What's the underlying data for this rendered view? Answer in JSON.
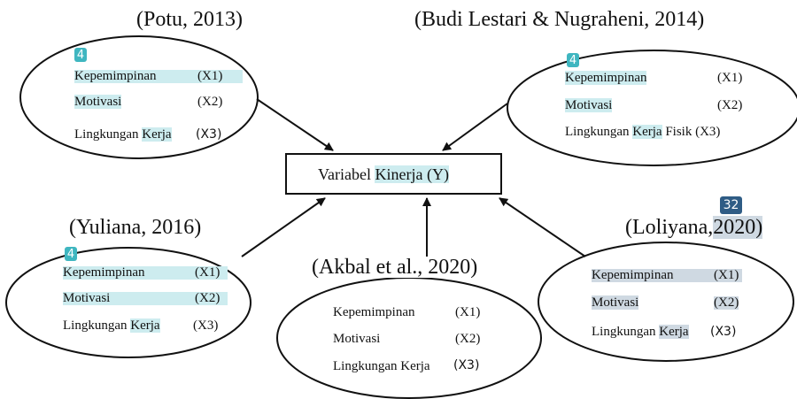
{
  "center": {
    "prefix": "Variabel ",
    "highlight": "Kinerja",
    "suffix": " (Y)"
  },
  "studies": {
    "potu": {
      "citation": "(Potu, 2013)",
      "badge": "4",
      "items": [
        {
          "label": "Kepemimpinan",
          "code": "(X1)"
        },
        {
          "label": "Motivasi",
          "code": "(X2)"
        },
        {
          "label": "Lingkungan ",
          "label_hl": "Kerja",
          "code": "(X3)"
        }
      ]
    },
    "budi": {
      "citation": "(Budi Lestari & Nugraheni, 2014)",
      "badge": "4",
      "items": [
        {
          "label": "Kepemimpinan",
          "code": "(X1)"
        },
        {
          "label": "Motivasi",
          "code": "(X2)"
        },
        {
          "label": "Lingkungan ",
          "label_hl": "Kerja",
          "label_after": " Fisik ",
          "code": "(X3)"
        }
      ]
    },
    "yuliana": {
      "citation": "(Yuliana, 2016)",
      "badge": "4",
      "items": [
        {
          "label": "Kepemimpinan",
          "code": "(X1)"
        },
        {
          "label": "Motivasi",
          "code": "(X2)"
        },
        {
          "label": "Lingkungan ",
          "label_hl": "Kerja",
          "code": "(X3)"
        }
      ]
    },
    "akbal": {
      "citation": "(Akbal et al., 2020)",
      "items": [
        {
          "label": "Kepemimpinan",
          "code": "(X1)"
        },
        {
          "label": "Motivasi",
          "code": "(X2)"
        },
        {
          "label": "Lingkungan Kerja",
          "code": "(X3)"
        }
      ]
    },
    "loliyana": {
      "citation_plain": "(Loliyana,",
      "citation_hl": "2020)",
      "badge": "32",
      "items": [
        {
          "label": "Kepemimpinan",
          "code": "(X1)"
        },
        {
          "label": "Motivasi",
          "code": "(X2)"
        },
        {
          "label": "Lingkungan ",
          "label_hl": "Kerja",
          "code": "(X3)"
        }
      ]
    }
  },
  "colors": {
    "teal_highlight": "#cdecef",
    "gray_highlight": "#cfd9e2",
    "teal_badge": "#3fb6c0",
    "navy_badge": "#2f5c85"
  }
}
